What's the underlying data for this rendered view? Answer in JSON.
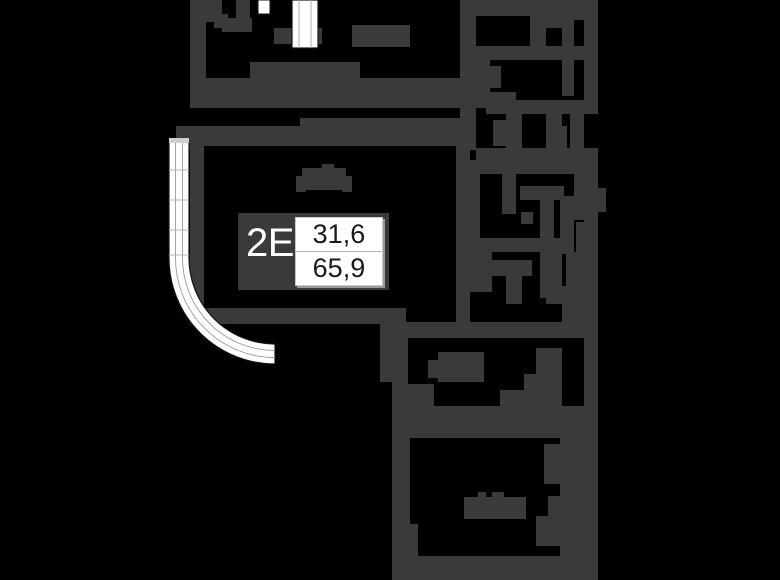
{
  "plan": {
    "apartment_label": "2Е",
    "area_living": "31,6",
    "area_total": "65,9",
    "colors": {
      "background": "#000000",
      "wall": "#3a3a3a",
      "interior": "#000000",
      "balcony": "#ffffff",
      "balcony_line": "#9a9a9a",
      "label_background": "#3a3a3a",
      "label_text": "#ffffff",
      "area_box_background": "#ffffff",
      "area_box_text": "#1a1a1a"
    },
    "icons": {
      "sofa": "sofa-icon",
      "kitchen_counter": "kitchen-counter-icon",
      "bed": "bed-icon",
      "sink": "sink-icon",
      "bathtub": "bathtub-icon"
    }
  }
}
